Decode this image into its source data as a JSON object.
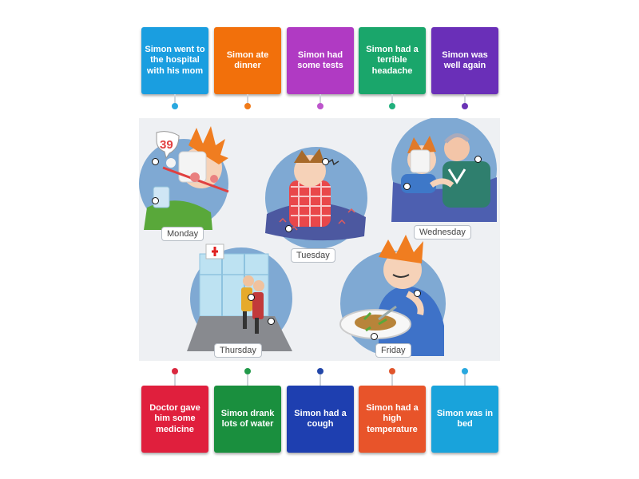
{
  "top_tiles": [
    {
      "label": "Simon went to the hospital with his mom",
      "color": "#1a9ee0",
      "knob": "#29a8df"
    },
    {
      "label": "Simon ate dinner",
      "color": "#f2700b",
      "knob": "#f07a19"
    },
    {
      "label": "Simon had some tests",
      "color": "#b03ac3",
      "knob": "#bd55cc"
    },
    {
      "label": "Simon had a terrible headache",
      "color": "#1aa66b",
      "knob": "#21b07d"
    },
    {
      "label": "Simon was well again",
      "color": "#6a2fb8",
      "knob": "#6a33b5"
    }
  ],
  "bottom_tiles": [
    {
      "label": "Doctor gave him some medicine",
      "color": "#e01f3d",
      "knob": "#d9283f"
    },
    {
      "label": "Simon drank lots of water",
      "color": "#1a8f3e",
      "knob": "#22994a"
    },
    {
      "label": "Simon had a cough",
      "color": "#1e3fb0",
      "knob": "#2246a8"
    },
    {
      "label": "Simon had a high temperature",
      "color": "#e8542a",
      "knob": "#e0552c"
    },
    {
      "label": "Simon was in bed",
      "color": "#19a3db",
      "knob": "#29a8df"
    }
  ],
  "scene": {
    "days": [
      "Monday",
      "Tuesday",
      "Wednesday",
      "Thursday",
      "Friday"
    ],
    "thermometer_reading": "39"
  }
}
